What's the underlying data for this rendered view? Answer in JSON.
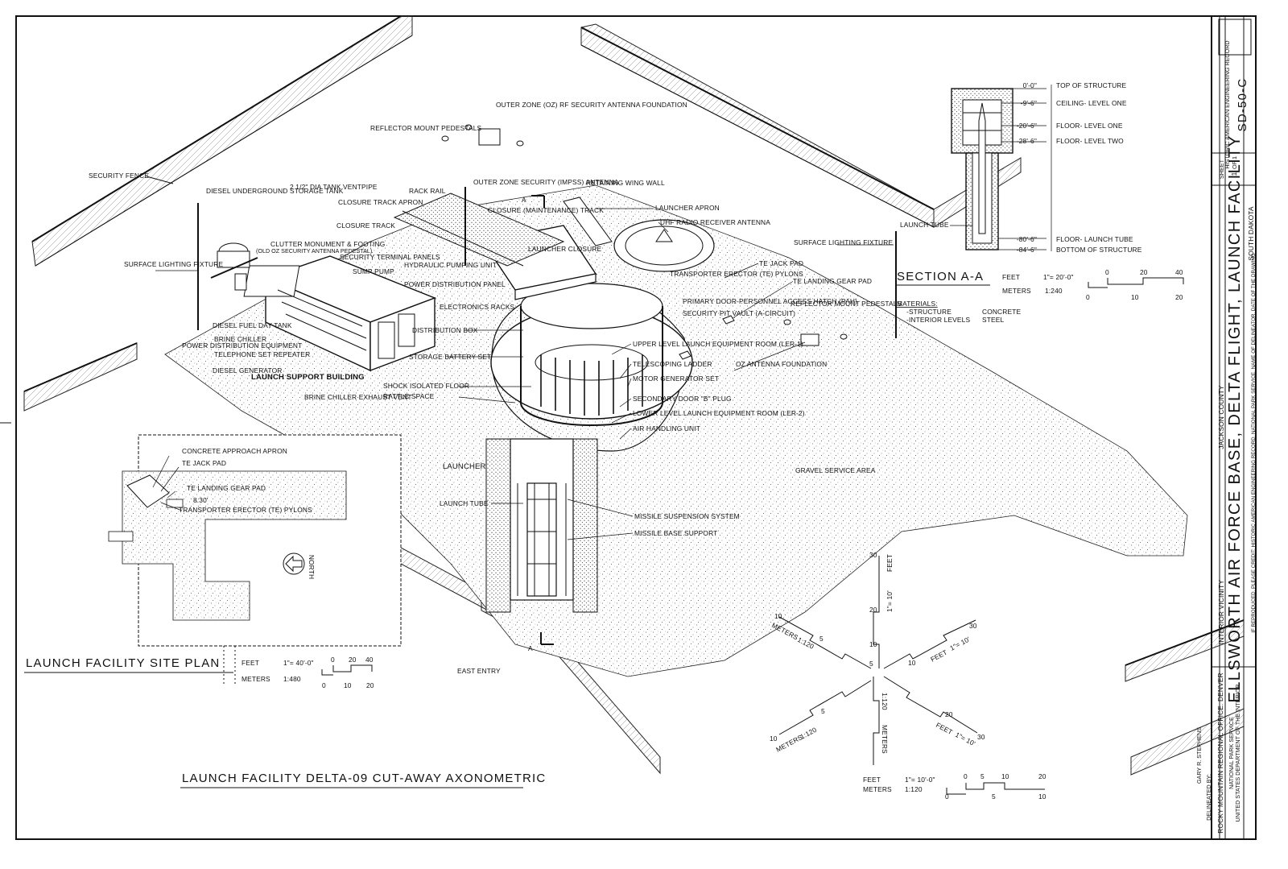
{
  "titleblock": {
    "main_title": "ELLSWORTH AIR FORCE BASE, DELTA FLIGHT, LAUNCH FACILITY",
    "vicinity": "INTERIOR VICINITY",
    "county": "JACKSON COUNTY",
    "state": "SOUTH DAKOTA",
    "credit": "IF REPRODUCED, PLEASE CREDIT: HISTORIC AMERICAN ENGINEERING RECORD, NATIONAL PARK SERVICE, NAME OF DELINEATOR, DATE OF THE DRAWING",
    "record": "HISTORIC AMERICAN ENGINEERING RECORD",
    "record_no": "SD-50-C",
    "sheet_label": "SHEET",
    "sheet_no": "1",
    "sheet_of": "OF 1",
    "delineated_label": "DELINEATED BY:",
    "delineator": "GARY R. STEPHENS",
    "office": "ROCKY MOUNTAIN REGIONAL OFFICE: DENVER",
    "agency_1": "NATIONAL PARK SERVICE",
    "agency_2": "UNITED STATES DEPARTMENT OF THE INTERIOR"
  },
  "section": {
    "title": "SECTION A-A",
    "levels": [
      {
        "elev": "0'-0\"",
        "name": "TOP OF STRUCTURE"
      },
      {
        "elev": "-9'-6\"",
        "name": "CEILING- LEVEL ONE"
      },
      {
        "elev": "-20'-6\"",
        "name": "FLOOR- LEVEL ONE"
      },
      {
        "elev": "-28'-6\"",
        "name": "FLOOR- LEVEL TWO"
      },
      {
        "elev": "-80'-6\"",
        "name": "FLOOR- LAUNCH TUBE"
      },
      {
        "elev": "-84'-6\"",
        "name": "BOTTOM OF STRUCTURE"
      }
    ],
    "launch_tube": "LAUNCH TUBE",
    "feet_label": "FEET",
    "feet_scale": "1\"= 20'-0\"",
    "feet_ticks": [
      "0",
      "20",
      "40"
    ],
    "meters_label": "METERS",
    "meters_scale": "1:240",
    "meters_ticks": [
      "0",
      "10",
      "20"
    ],
    "materials_title": "MATERIALS:",
    "materials": [
      {
        "item": "-STRUCTURE",
        "material": "CONCRETE"
      },
      {
        "item": "-INTERIOR LEVELS",
        "material": "STEEL"
      }
    ]
  },
  "site_plan": {
    "title": "LAUNCH FACILITY SITE PLAN",
    "labels": [
      "CONCRETE APPROACH APRON",
      "TE JACK PAD",
      "TE LANDING GEAR PAD",
      "8.30'",
      "TRANSPORTER ERECTOR (TE) PYLONS"
    ],
    "north": "NORTH",
    "feet_label": "FEET",
    "feet_scale": "1\"= 40'-0\"",
    "feet_ticks": [
      "0",
      "20",
      "40"
    ],
    "meters_label": "METERS",
    "meters_scale": "1:480",
    "meters_ticks": [
      "0",
      "10",
      "20"
    ]
  },
  "axo": {
    "title": "LAUNCH FACILITY DELTA-09 CUT-AWAY AXONOMETRIC",
    "labels": {
      "security_fence": "SECURITY FENCE",
      "diesel_tank": "DIESEL UNDERGROUND STORAGE TANK",
      "ventpipe": "2 1/2\" DIA TANK VENTPIPE",
      "rack_rail": "RACK RAIL",
      "closure_track_apron": "CLOSURE TRACK APRON",
      "closure_track": "CLOSURE TRACK",
      "oz_foundation": "OUTER ZONE (OZ) RF SECURITY ANTENNA FOUNDATION",
      "reflector_pedestals_top": "REFLECTOR MOUNT PEDESTALS",
      "impss": "OUTER ZONE SECURITY (IMPSS) ANTENNA",
      "retaining_wall": "RETAINING WING WALL",
      "closure_maint": "CLOSURE (MAINTENANCE) TRACK",
      "launcher_apron": "LAUNCHER APRON",
      "uhf": "UHF RADIO RECEIVER ANTENNA",
      "surface_lighting_left": "SURFACE LIGHTING FIXTURE",
      "clutter": "CLUTTER MONUMENT & FOOTING",
      "clutter_sub": "(OLD OZ SECURITY ANTENNA PEDESTAL)",
      "security_panels": "SECURITY TERMINAL PANELS",
      "sump": "SUMP PUMP",
      "hydraulic": "HYDRAULIC PUMPING UNIT",
      "power_panel": "POWER DISTRIBUTION PANEL",
      "launcher_closure": "LAUNCHER CLOSURE",
      "surface_lighting_right": "SURFACE LIGHTING FIXTURE",
      "te_jack": "TE JACK PAD",
      "te_pylons": "TRANSPORTER ERECTOR (TE) PYLONS",
      "te_landing": "TE LANDING GEAR PAD",
      "reflector_pedestals_right": "REFLECTOR MOUNT PEDESTALS",
      "electronics": "ELECTRONICS RACKS",
      "primary_door": "PRIMARY DOOR-PERSONNEL ACCESS HATCH (PAH)",
      "pit_vault": "SECURITY PIT VAULT (A-CIRCUIT)",
      "diesel_day": "DIESEL FUEL DAY TANK",
      "brine_chiller": "BRINE CHILLER",
      "power_equip": "POWER DISTRIBUTION EQUIPMENT",
      "telephone": "TELEPHONE SET REPEATER",
      "diesel_gen": "DIESEL GENERATOR",
      "lsb": "LAUNCH SUPPORT BUILDING",
      "brine_vent": "BRINE CHILLER EXHAUST VENT",
      "dist_box": "DISTRIBUTION BOX",
      "storage_battery": "STORAGE BATTERY SET",
      "shock_floor": "SHOCK ISOLATED FLOOR",
      "rattle": "RATTLE SPACE",
      "ler1": "UPPER LEVEL LAUNCH EQUIPMENT ROOM (LER-1)",
      "ladder": "TELESCOPING LADDER",
      "motor_gen": "MOTOR GENERATOR SET",
      "oz_antenna": "OZ ANTENNA FOUNDATION",
      "door_b": "SECONDARY DOOR \"B\" PLUG",
      "ler2": "LOWER LEVEL LAUNCH EQUIPMENT ROOM (LER-2)",
      "air_handling": "AIR HANDLING UNIT",
      "launcher": "LAUNCHER",
      "gravel": "GRAVEL SERVICE AREA",
      "launch_tube": "LAUNCH TUBE",
      "suspension": "MISSILE SUSPENSION SYSTEM",
      "base_support": "MISSILE BASE SUPPORT",
      "east_entry": "EAST ENTRY",
      "section_mark": "A"
    },
    "feet_label": "FEET",
    "feet_scale": "1\"= 10'-0\"",
    "feet_ticks": [
      "0",
      "5",
      "10",
      "20"
    ],
    "meters_label": "METERS",
    "meters_scale": "1:120",
    "meters_ticks": [
      "0",
      "5",
      "10"
    ]
  },
  "axo_scale": {
    "feet_label": "FEET",
    "feet_scale": "1\"= 10'",
    "meters_label": "METERS",
    "meters_scale": "1:120",
    "ticks": [
      "5",
      "10",
      "20",
      "30"
    ],
    "meter_ticks": [
      "5",
      "10"
    ]
  }
}
